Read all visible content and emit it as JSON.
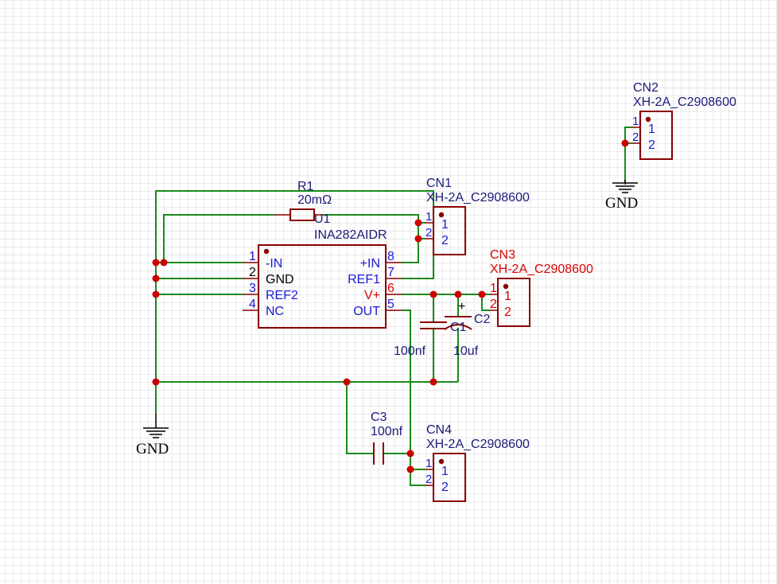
{
  "schematic": {
    "colors": {
      "wire": "#1a8a1a",
      "component": "#8b0000",
      "junction": "#cc0000",
      "pin_number": "#1a1ad0",
      "ref_label": "#1a1a7a",
      "highlight": "#dd0000"
    },
    "u1": {
      "ref": "U1",
      "value": "INA282AIDR",
      "left_pins": [
        {
          "num": "1",
          "name": "-IN"
        },
        {
          "num": "2",
          "name": "GND"
        },
        {
          "num": "3",
          "name": "REF2"
        },
        {
          "num": "4",
          "name": "NC"
        }
      ],
      "right_pins": [
        {
          "num": "8",
          "name": "+IN"
        },
        {
          "num": "7",
          "name": "REF1"
        },
        {
          "num": "6",
          "name": "V+"
        },
        {
          "num": "5",
          "name": "OUT"
        }
      ]
    },
    "r1": {
      "ref": "R1",
      "value": "20mΩ"
    },
    "c1": {
      "ref": "C1",
      "value": "10uf",
      "polarity": "+"
    },
    "c2": {
      "ref": "C2",
      "value": "100nf"
    },
    "c3": {
      "ref": "C3",
      "value": "100nf"
    },
    "cn1": {
      "ref": "CN1",
      "value": "XH-2A_C2908600",
      "pins": [
        "1",
        "2"
      ]
    },
    "cn2": {
      "ref": "CN2",
      "value": "XH-2A_C2908600",
      "pins": [
        "1",
        "2"
      ]
    },
    "cn3": {
      "ref": "CN3",
      "value": "XH-2A_C2908600",
      "pins": [
        "1",
        "2"
      ]
    },
    "cn4": {
      "ref": "CN4",
      "value": "XH-2A_C2908600",
      "pins": [
        "1",
        "2"
      ]
    },
    "gnd_labels": {
      "left": "GND",
      "right": "GND"
    }
  }
}
